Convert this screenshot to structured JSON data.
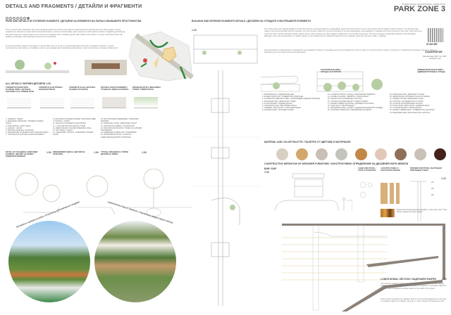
{
  "header": {
    "title": "DETAILS AND FRAGMENTS / ДЕТАЙЛИ И ФРАГМЕНТИ",
    "page_dots": 7,
    "active_dot": 7,
    "competition": "INTERNATIONAL ARCHITECTURAL COMPETITION",
    "brand": "PARK ZONE 3"
  },
  "park": {
    "heading": "PARK AND DETAILS OF EXTERIOR ELEMENTS / ДЕТАЙЛИ НА ЕЛЕМЕНТИ НА ПАРКА И ВЪНШНИТЕ ПРОСТРАНСТВА",
    "intro": "From a construction standpoint, the park is designed taking into account that directly underneath lie the parking area and other spaces. Paving materials are selected to create both a formal atmosphere, such as concrete slabs, and a natural one with earthen surfaces. Regarding landscaping, the green areas are implemented as semi-extensive vegetated roofs, including species with shallow root systems. In areas not located above the parking, sustainable urban drainage systems are incorporated.",
    "intro_bg": "От конструктивна гледна точка паркът е проектиран, като се отчита, че непосредствено под него се намират паркингът и други пространства. Настилките са подбрани така, че да създават както формална атмосфера, така и естествена със земни повърхности.",
    "details_heading": "ALL DETAILS / ВОРИЕН ДЕТАЙЛИ 1:20",
    "columns": [
      "CONCRETE PAVING WITH PLANTED JOINT / БЕТОННА НАСТИЛКА СЪС ТРЕВНИ ФУГИ",
      "CONCRETE SLAB PAVING / БЕТОННИ ПЛОЧИ",
      "CONCRETE SLAB / БЕТОННА ОСНОВА (СТЪПАЛА)",
      "NATURAL EARTH PAVEMENT / УТЪПКАНА ЗЕМНА НАСТИЛКА",
      "DRAINAGE DITCH / ДРЕНАЖЕН ТОПОЛ / ГИРЕЙ КАНАЛ"
    ],
    "lists": [
      [
        "1. TERRAIN / ТЕРЕН",
        "2. DRAINAGE SUB-BASE / ТРОШЕНО-КАМЕН ПЛАСТ",
        "3. FINE GRAVEL / ФИН ЧАКЪЛ",
        "4. GRAVEL / ЧАКЪЛ",
        "5. MORTAR LEVELING / РАЗТВОР",
        "6. REINFORCED CONCRETE WITH WELDED MESH",
        "7. CONTINUOUS NATURAL EARTH PAVEMENT"
      ],
      [
        "8. GROOVED CONCRETE PAVER / БЕТОНОВ ПАВЕ",
        "9. TOPSOIL / ХУМУС",
        "10. 40x20 CM CONCRETE SLAB PAVING",
        "11. 1 CM CONTINUOUS EDGING STRIP",
        "12. REINFORCED CONCRETE BEARING WALL",
        "13. DRY EDGE / ЧАКЪЛ",
        "14. VEGETATED TOPSOIL / ОЗЕЛЕНЕН ПОЧВЕН ПЛАСТ"
      ],
      [
        "15. BOTTOM RAMP MEMBRANE / КОРЕНОВА БАРИЕРА",
        "16. DRAINAGE LAYER / ДРЕНАЖЕН ПЛАСТ",
        "17. GEOTEXTILE FABRIC / ГЕОТЕКСТИЛ",
        "18. DRIP IRRIGATION PIPE / ТРЪБА ЗА КАПКОВО НАПОЯВАНЕ",
        "19. EMBEDDED OVERFLOW / ПРЕЛИВНИК",
        "20. WATERPROOF EPOXY COATING / ХИДРОИЗОЛАЦИОННО ПОКРИТИЕ"
      ]
    ],
    "bottom_labels": [
      {
        "text": "DETAIL OF THE BENCH-CONTAINER ELEMENT / ДЕТАЙЛ НА ПЕЙКА / ПОДПОРЕН ЕЛЕМЕНТ",
        "scale": "1:50"
      },
      {
        "text": "EMBANKMENT BENCH / ДЕТАЙЛ НА ОТКОСИТЕ",
        "scale": "1:50"
      },
      {
        "text": "TYPICAL SIDE BENCH / ТИПОВ ДЕТАЙЛ НА ПЕЙКА",
        "scale": "1:50"
      }
    ],
    "render1": "BOTANICAL GARDEN SLOPES / ОТКОСИ НА БОТАНИЧЕСКА ГРАДИНА",
    "render2": "LANDSCAPED PUBLIC TERRACE / ОЗЕЛЕНЕНА ОБЩЕСТВЕНА ТЕРАСА"
  },
  "building": {
    "heading": "BUILDING AND INTERIOR ELEMENTS DETAILS / ДЕТАЙЛИ НА СГРАДИТЕ И ВЪТРЕШНИТЕ ЕЛЕМЕНТИ",
    "scale": "1:20",
    "intro": "The construction and material definition of the built volumes is strongly based on sustainability, aware that construction is one of the sectors with the highest carbon footprint. The decision was made to use environmentally friendly materials, such as concrete made from a high percentage of recycled aggregates, and vegetation on facades and roofs as well as in the park, which acts as a CO2 sink. Other natural materials include cypress wood, used in lattices as a filter against sunlight due to its excellent properties. The interior design is practically identical in both buildings, although in the most representative or 'public' spaces a more striking look is created through the use of materials, geometry, furniture, scale, or lighting.",
    "intro_bg": "Конструктивното и материалното определяне на изградените обеми се основава силно на устойчивостта, като се знае, че строителството е един от секторите с най-висок въглероден отпечатък. Взето е решение да се използват екологични материали.",
    "scan": "SCAN ME",
    "scan_bg": "СКАНИРАЙ МЕ",
    "scan_note": "Интерактивен 360° тур / 360° interactive tour",
    "elev1": "OUTDOOR BUILDING / СГРАДА НА ОТКРИТО",
    "elev2": "ADMINISTRATIVE BUILDING / АДМИНИСТРАТИВНА СГРАДА",
    "legend": [
      [
        "1. WATERPROOF / ХИДРОИЗОЛАЦИЯ",
        "2. RAISED PARTITION / ПОВДИГНАТА ПРЕГРАДА",
        "3. ALUMINIUM SUBSTRUCTURE / АЛУМИНИЕВА ПОДКОНСТРУКЦИЯ",
        "4. DRAINAGE PIPE / ДРЕНАЖНА ТРЪБА",
        "5. FLOOR BOARD / ПОДОВА ДЪСКА",
        "6. CONCRETE SLAB / БЕТОНОВА ПЛОЧА",
        "7. THERMAL INSULATION / ТОПЛОИЗОЛАЦИЯ",
        "8. FACADE PANEL / ФАСАДЕН ПАНЕЛ"
      ],
      [
        "13. CYPRESS WOOD LATTICE / КИПАРИСОВА РЕШЕТКА",
        "14. DOUBLE GLAZING / ДВОЙНО СТЪКЛОПАКЕТ",
        "15. CEILING FOR CONCEALED LIGHTING",
        "16. CURVED WOODEN BENCH / ИЗВИТА ПЕЙКА",
        "17. RAISED TIMBER FLOORING / ДЪРВЕНА НАСТИЛКА",
        "18. HVAC DUCT / ВЕНТИЛАЦИЯ",
        "19. WATERPROOFING LAYERS / ХИДРОИЗОЛАЦИОННИ СЛОЕВЕ",
        "20. PLANTER OVERFLOW / ПРЕЛИВНИК ЗА КАШПИ"
      ],
      [
        "25. DRAINAGE PIPE / ДРЕНАЖНА ТРЪБА",
        "26. REINFORCED CONCRETE SLAB ON GRADE",
        "27. CEMENT STONE HARDCORE LAYER",
        "28. FOOTING / ФУНДАМЕНТНА СТЪПКА",
        "29. GYPSUM PLASTERBOARD CEILING",
        "30. ROCK WOOL INSULATION / КАМЕННА ВАТА",
        "31. GYPSUM BOARD / ГИПСОКАРТОН",
        "32. RAISED TIMBER DECK / ПОВДИГНАТА НАСТИЛКА",
        "33. RECESSED WALL-MOUNTED LED LIGHTING"
      ]
    ],
    "palette_heading": "MATERIAL AND COLOR PALETTE / ПАЛИТРА ОТ ЦВЕТОВЕ И МАТЕРИАЛИ",
    "palette": [
      "#d8cfc3",
      "#d3a76a",
      "#c9bfb5",
      "#c3c4bc",
      "#c28848",
      "#e3c8b8",
      "#8f6f5a",
      "#c9c0b6",
      "#44221a"
    ],
    "furniture_heading": "CONSTRUCTIVE DEFINITION OF DESIGNER FURNITURE / КОНСТРУКТИВНО ОПРЕДЕЛЕНИЕ НА ДИЗАЙНЕРСКИТЕ МЕБЕЛИ",
    "bar": "BAR / БАР",
    "bar_scale": "1:50",
    "chair": "CHAIR AND STOOL / СТОЛ И ТАБУРЕТКА",
    "acoustic": "ACOUSTIC PANELS / АКУСТИЧНИ ПАНЕЛИ",
    "partition": "INTERIOR PARTITION / ВЪТРЕШНИ ПРЕГРАДНИ СТЕНИ",
    "furn_scale": "1:10",
    "partition_marks": [
      "24",
      "25",
      "26"
    ],
    "photo_caption": "Parametric acoustic panels by Moodern, in the same room. They feature organic and wavy shapes.",
    "section_label": "LONGITUDINAL SECTION / НАДЛЪЖЕН РАЗРЕЗ",
    "section_scale": "1:50",
    "section_text": "The acoustic insulation of the main hall is achieved thanks to a wooden slatted ceiling system, behind which a powerful layer of insulation is concealed, added to the is the use of designer acoustic panels on the walls of the space.",
    "section_text_bg": "Акустичната изолация на главната зала се постига благодарение на система от дървени ламели на тавана, зад които е скрит мощен изолационен слой."
  }
}
